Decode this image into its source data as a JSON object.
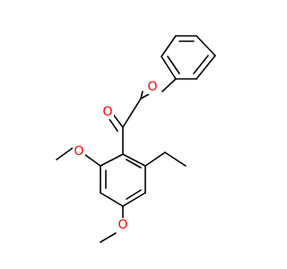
{
  "molecule": {
    "atoms": {
      "O_carbonyl": "O",
      "O_ether": "O",
      "O_methoxy_upper": "O",
      "O_methoxy_lower": "O"
    }
  },
  "colors": {
    "bond": "#000000",
    "oxygen": "#ff0000",
    "background": "#ffffff"
  }
}
